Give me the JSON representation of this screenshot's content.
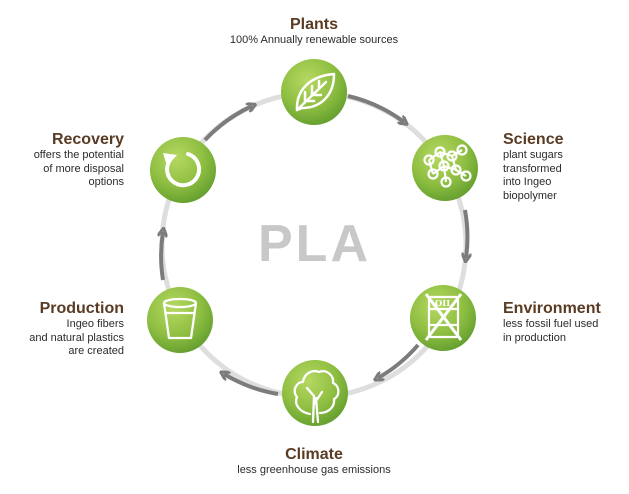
{
  "center_label": "PLA",
  "colors": {
    "title": "#5a3b23",
    "node_light": "#a7cd52",
    "node_dark": "#5e9a2c",
    "ring": "#dedede",
    "arrow": "#7c7c7c"
  },
  "nodes": [
    {
      "id": "plants",
      "icon": "leaf-icon",
      "title": "Plants",
      "desc": [
        "100% Annually renewable sources"
      ]
    },
    {
      "id": "science",
      "icon": "molecules-icon",
      "title": "Science",
      "desc": [
        "plant sugars",
        "transformed",
        "into Ingeo",
        "biopolymer"
      ]
    },
    {
      "id": "environment",
      "icon": "no-oil-barrel-icon",
      "title": "Environment",
      "desc": [
        "less fossil fuel used",
        "in production"
      ]
    },
    {
      "id": "climate",
      "icon": "tree-icon",
      "title": "Climate",
      "desc": [
        "less greenhouse gas emissions"
      ]
    },
    {
      "id": "production",
      "icon": "cup-icon",
      "title": "Production",
      "desc": [
        "Ingeo fibers",
        "and natural plastics",
        "are created"
      ]
    },
    {
      "id": "recovery",
      "icon": "recycle-arrow-icon",
      "title": "Recovery",
      "desc": [
        "offers the potential",
        "of more disposal",
        "options"
      ]
    }
  ]
}
